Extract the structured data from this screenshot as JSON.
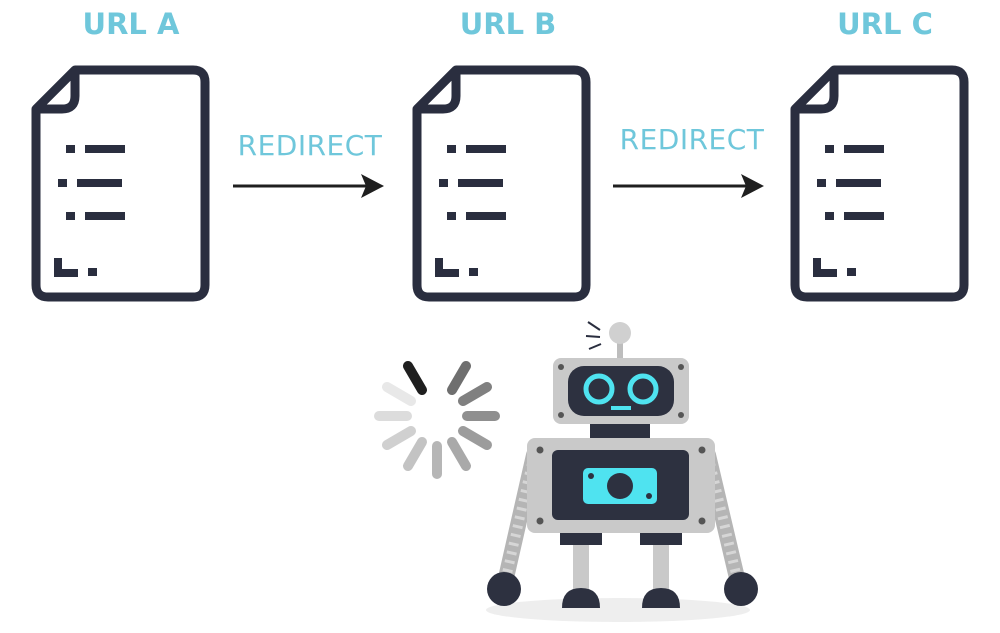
{
  "colors": {
    "accent": "#6fc7db",
    "ink": "#2a2e3f",
    "robot_body": "#c8c8c8",
    "robot_panel": "#2d3140",
    "robot_glow": "#4fe3f0",
    "shadow": "#eeeeee"
  },
  "nodes": [
    {
      "title": "URL A",
      "icon": "document-icon"
    },
    {
      "title": "URL B",
      "icon": "document-icon"
    },
    {
      "title": "URL C",
      "icon": "document-icon"
    }
  ],
  "edges": [
    {
      "label": "REDIRECT",
      "from": "URL A",
      "to": "URL B"
    },
    {
      "label": "REDIRECT",
      "from": "URL B",
      "to": "URL C"
    }
  ],
  "illustration": {
    "robot_icon": "robot-icon",
    "spinner_icon": "loading-spinner-icon"
  }
}
